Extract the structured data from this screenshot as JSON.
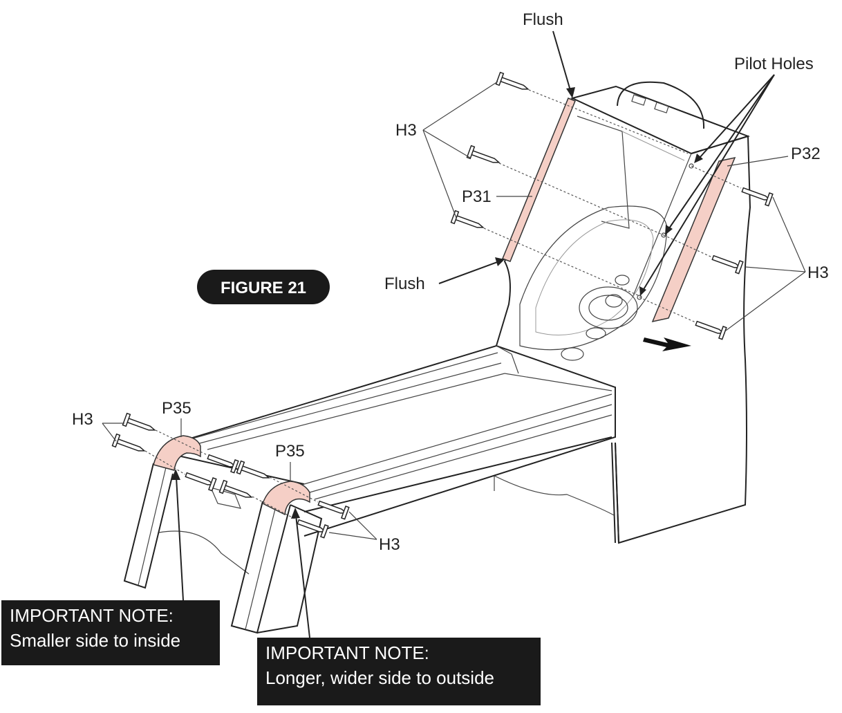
{
  "figure": {
    "title": "FIGURE 21"
  },
  "labels": {
    "flush_top": "Flush",
    "flush_mid": "Flush",
    "pilot_holes": "Pilot Holes",
    "h3_upper_left": "H3",
    "h3_right": "H3",
    "h3_front_left": "H3",
    "h3_front_right": "H3",
    "p31": "P31",
    "p32": "P32",
    "p35_left": "P35",
    "p35_right": "P35"
  },
  "notes": [
    {
      "line1": "IMPORTANT NOTE:",
      "line2": "Smaller side to inside"
    },
    {
      "line1": "IMPORTANT NOTE:",
      "line2": "Longer, wider side to outside"
    }
  ],
  "colors": {
    "highlight_part": "#f5cfc6",
    "note_background": "#1a1a1a",
    "note_text": "#ffffff",
    "figure_badge": "#1a1a1a"
  }
}
